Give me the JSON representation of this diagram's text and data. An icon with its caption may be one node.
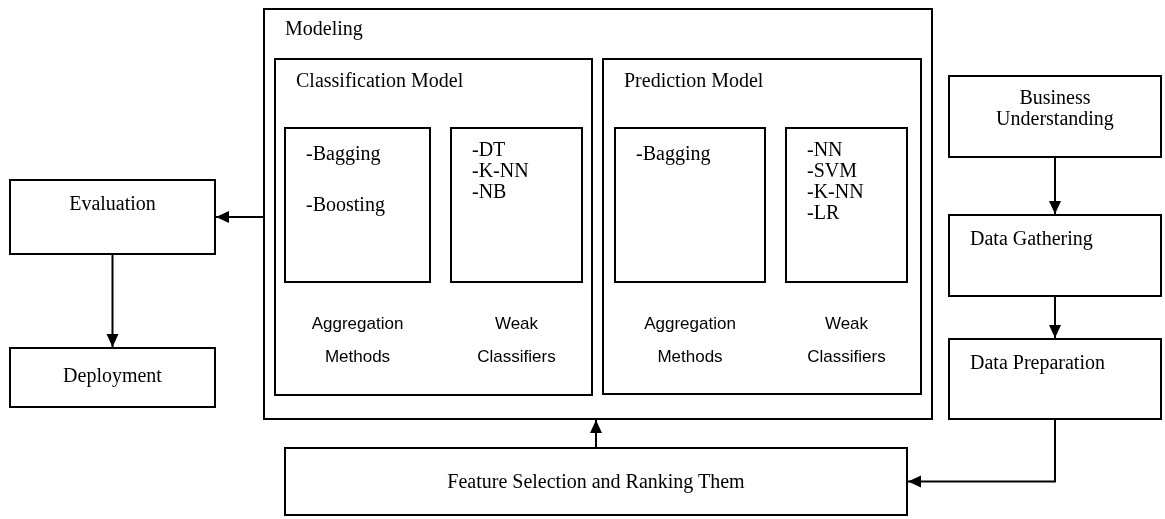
{
  "diagram": {
    "nodes": [
      {
        "text": [
          "Modeling"
        ]
      },
      {
        "text": [
          "Classification Model"
        ],
        "in": 0
      },
      {
        "text": [
          "-Bagging",
          "-Boosting"
        ],
        "in": 1,
        "beside": [
          "Aggregation Methods"
        ]
      },
      {
        "text": [
          "-DT",
          "-K-NN",
          "-NB"
        ],
        "in": 1,
        "beside": [
          "Weak Classifiers"
        ]
      },
      {
        "text": [
          "Prediction Model"
        ],
        "in": 0
      },
      {
        "text": [
          "-Bagging"
        ],
        "in": 4,
        "beside": [
          "Aggregation Methods"
        ]
      },
      {
        "text": [
          "-NN",
          "-SVM",
          "-K-NN",
          "-LR"
        ],
        "in": 4,
        "beside": [
          "Weak Classifiers"
        ]
      },
      {
        "text": [
          "Business Understanding"
        ]
      },
      {
        "text": [
          "Data Gathering"
        ]
      },
      {
        "text": [
          "Data Preparation"
        ]
      },
      {
        "text": [
          "Evaluation"
        ]
      },
      {
        "text": [
          "Deployment"
        ]
      },
      {
        "text": [
          "Feature Selection and Ranking Them"
        ]
      }
    ],
    "edges": [
      {
        "from": 0,
        "to": 10,
        "arrow": "to"
      },
      {
        "from": 10,
        "to": 11,
        "arrow": "to"
      },
      {
        "from": 7,
        "to": 8,
        "arrow": "to"
      },
      {
        "from": 8,
        "to": 9,
        "arrow": "to"
      },
      {
        "from": 9,
        "to": 12,
        "arrow": "to"
      },
      {
        "from": 12,
        "to": 0,
        "arrow": "to"
      }
    ]
  }
}
